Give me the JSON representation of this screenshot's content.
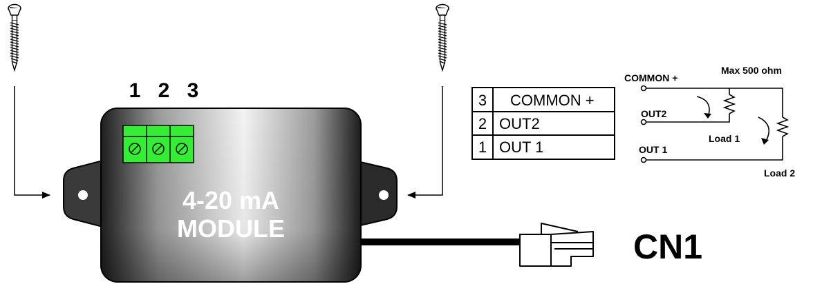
{
  "module": {
    "label_line1": "4-20 mA",
    "label_line2": "MODULE",
    "terminal_numbers": [
      "1",
      "2",
      "3"
    ],
    "terminal_color": "#33ee33",
    "body_gradient": [
      "#1e1e1e",
      "#f2f2f2"
    ]
  },
  "pin_table": {
    "rows": [
      {
        "pin": "3",
        "signal": "COMMON +"
      },
      {
        "pin": "2",
        "signal": "OUT2"
      },
      {
        "pin": "1",
        "signal": "OUT 1"
      }
    ]
  },
  "schematic": {
    "common": "COMMON +",
    "max_resistance": "Max 500 ohm",
    "out2": "OUT2",
    "out1": "OUT 1",
    "load1": "Load 1",
    "load2": "Load 2"
  },
  "connector": {
    "label": "CN1"
  },
  "icons": [
    "screw-icon",
    "arrow-icon",
    "rj-plug-icon",
    "resistor-icon"
  ]
}
